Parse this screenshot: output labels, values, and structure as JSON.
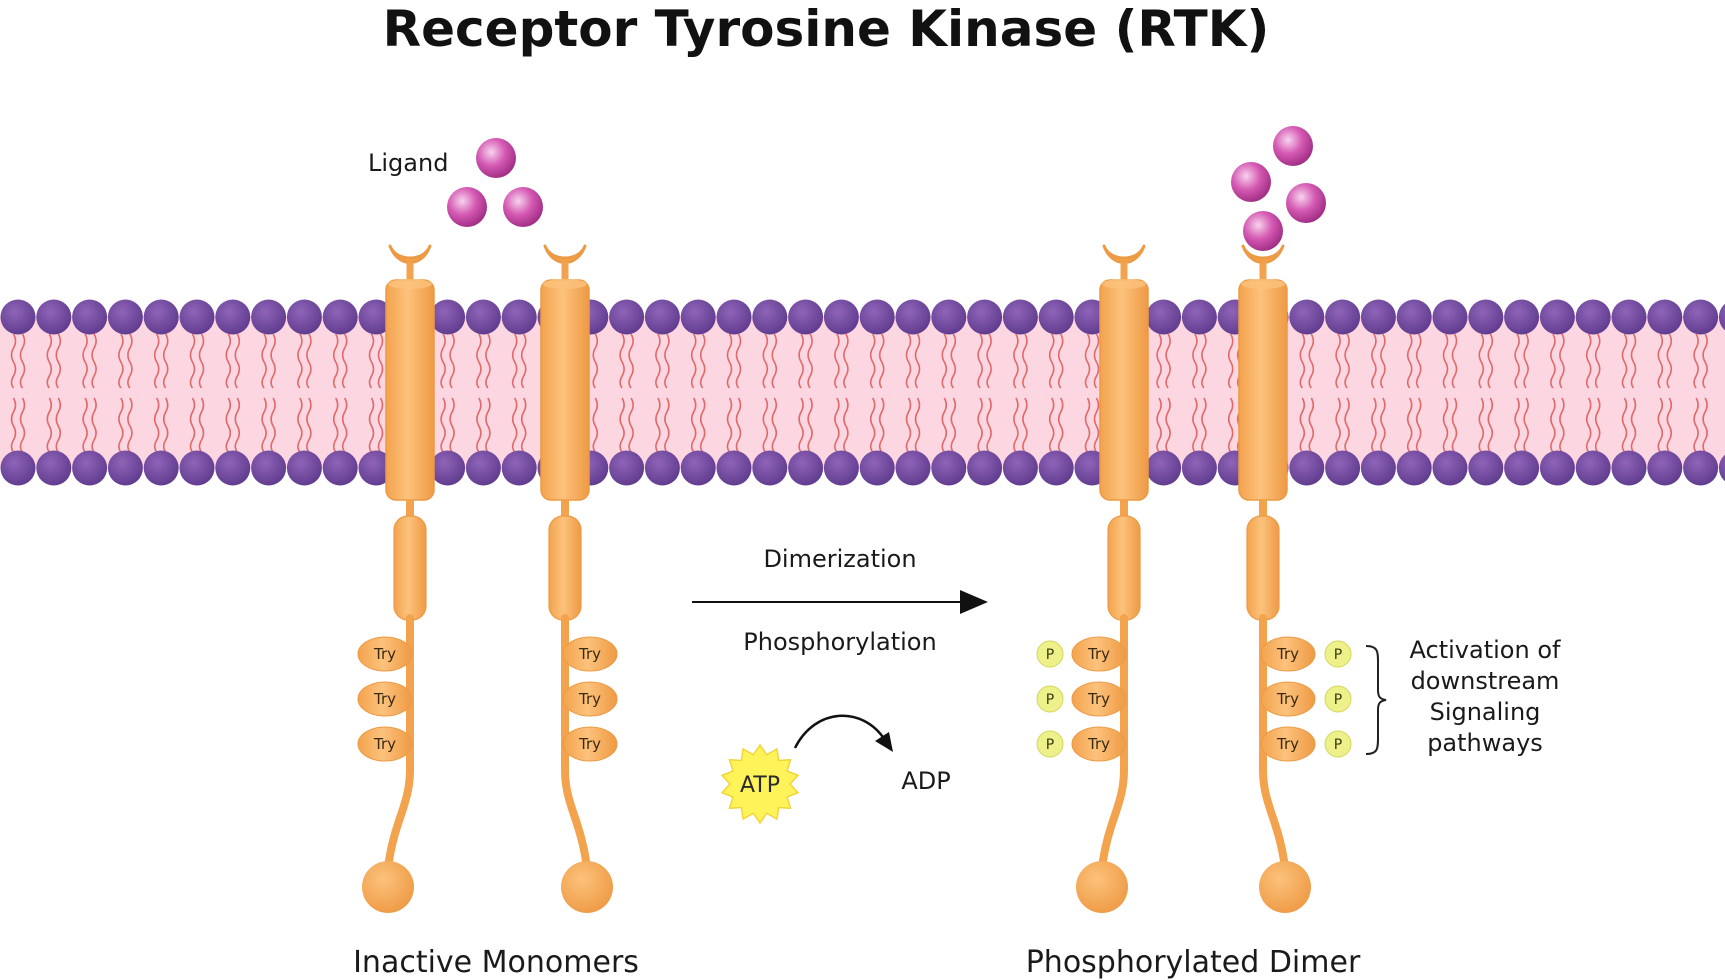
{
  "title": "Receptor Tyrosine Kinase (RTK)",
  "labels": {
    "ligand": "Ligand",
    "dimerization": "Dimerization",
    "phosphorylation": "Phosphorylation",
    "atp": "ATP",
    "adp": "ADP",
    "activation": [
      "Activation of",
      "downstream",
      "Signaling",
      "pathways"
    ],
    "inactive": "Inactive Monomers",
    "dimer": "Phosphorylated Dimer"
  },
  "domain_labels": {
    "tyrosine": "Try",
    "phosphate": "P"
  },
  "colors": {
    "receptor": "#f9b160",
    "receptor_dark": "#e8963c",
    "head": "#7b4fa6",
    "membrane": "#fbd3de",
    "tail": "#e06a6a",
    "ligand": "#b93d99",
    "phosphate": "#eef08a",
    "atp_star": "#fff35a"
  },
  "icons": {
    "ligand": "sphere",
    "atp": "starburst",
    "reaction_arrow": "arrow-right",
    "atp_arrow": "curved-arrow",
    "bracket": "curly-brace-right"
  }
}
